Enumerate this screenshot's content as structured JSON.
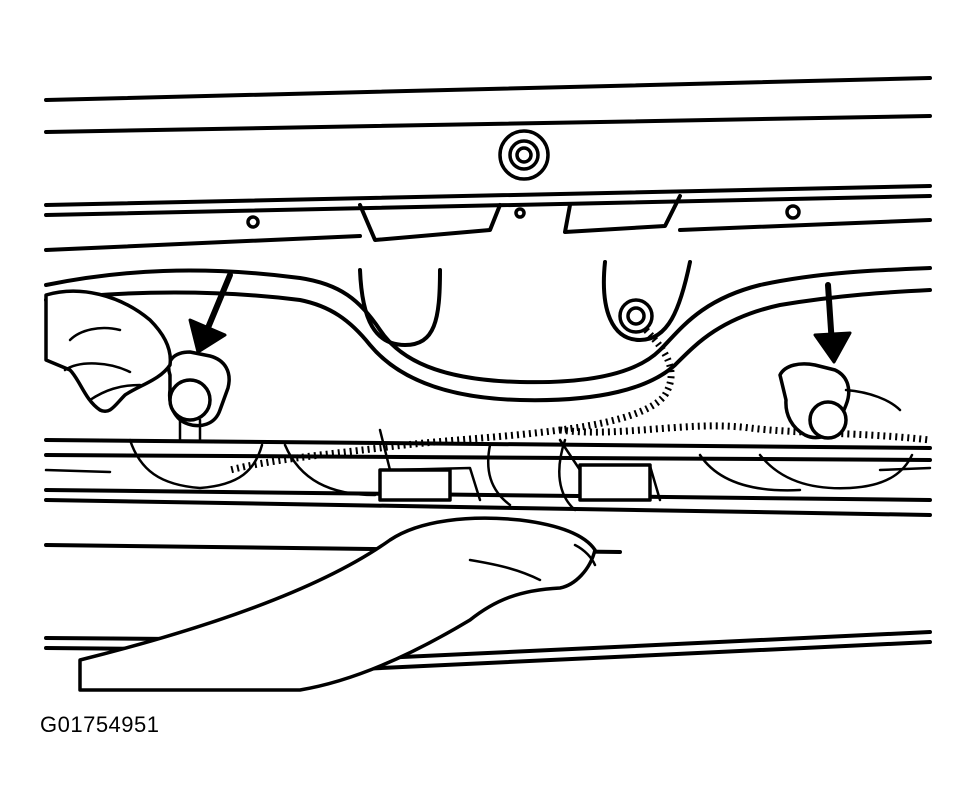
{
  "figure": {
    "id": "G01754951"
  },
  "icons": {
    "left_arrow": "arrow-down-left-bulb",
    "right_arrow": "arrow-down-right-bulb"
  },
  "colors": {
    "line": "#000000",
    "background": "#ffffff"
  }
}
